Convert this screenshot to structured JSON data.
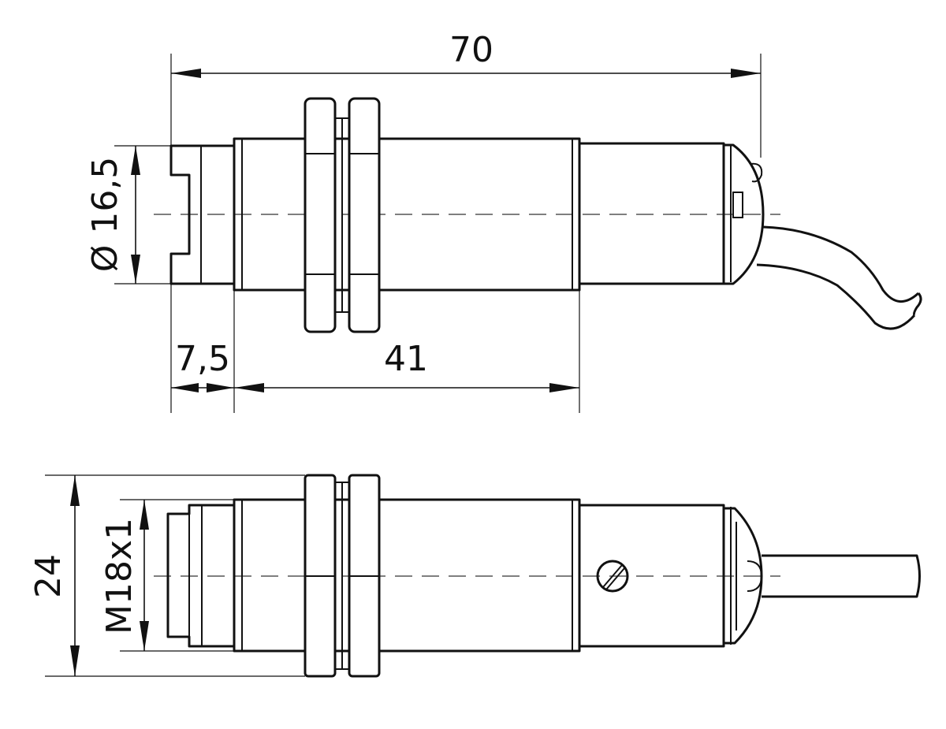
{
  "dimensions": {
    "overall_length": "70",
    "nose_length": "7,5",
    "thread_length": "41",
    "nose_diameter": "Ø 16,5",
    "thread": "M18x1",
    "nut_width": "24"
  },
  "colors": {
    "line": "#111111",
    "centerline": "#555555",
    "background": "#ffffff"
  }
}
